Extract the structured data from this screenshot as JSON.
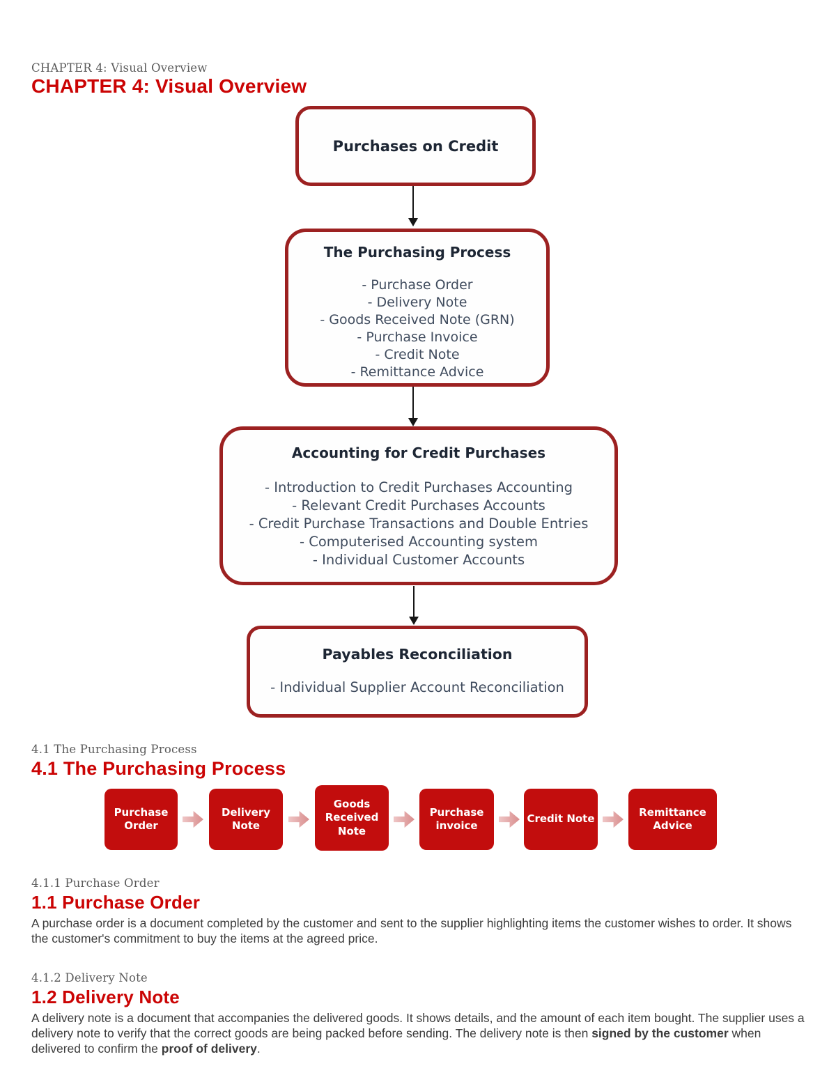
{
  "page": {
    "breadcrumb_small": "CHAPTER 4: Visual Overview",
    "title": "CHAPTER 4: Visual Overview"
  },
  "flowchart": {
    "boxes": [
      {
        "title": "Purchases on Credit",
        "items": []
      },
      {
        "title": "The Purchasing Process",
        "items": [
          "- Purchase Order",
          "- Delivery Note",
          "- Goods Received Note (GRN)",
          "- Purchase Invoice",
          "- Credit Note",
          "- Remittance Advice"
        ]
      },
      {
        "title": "Accounting for Credit Purchases",
        "items": [
          "- Introduction to Credit Purchases Accounting",
          "- Relevant Credit Purchases Accounts",
          "- Credit Purchase Transactions and Double Entries",
          "- Computerised Accounting system",
          "- Individual Customer Accounts"
        ]
      },
      {
        "title": "Payables Reconciliation",
        "items": [
          "- Individual Supplier Account Reconciliation"
        ]
      }
    ]
  },
  "section_41": {
    "small_heading": "4.1 The Purchasing Process",
    "heading": "4.1 The Purchasing Process",
    "steps": [
      "Purchase Order",
      "Delivery Note",
      "Goods Received Note",
      "Purchase invoice",
      "Credit Note",
      "Remittance Advice"
    ]
  },
  "section_411": {
    "small_heading": "4.1.1 Purchase Order",
    "heading": "1.1 Purchase Order",
    "body": "A purchase order is a document completed by the customer and sent to the supplier highlighting items the customer wishes to order. It shows the customer's commitment to buy the items at the agreed price."
  },
  "section_412": {
    "small_heading": "4.1.2 Delivery Note",
    "heading": "1.2 Delivery Note",
    "body_part1": "A delivery note is a document that accompanies the delivered goods. It shows details, and the amount of each item bought. The supplier uses a delivery note to verify that the correct goods are being packed before sending. The delivery note is then ",
    "body_bold1": "signed by the customer",
    "body_part2": " when delivered to confirm the ",
    "body_bold2": "proof of delivery",
    "body_part3": "."
  },
  "colors": {
    "maroon_border": "#9c2121",
    "red_heading": "#cb0404",
    "process_box_fill": "#c20d0d",
    "arrow_pink": "#d98d8d",
    "flow_title_text": "#1d2634",
    "flow_item_text": "#404c5e"
  }
}
